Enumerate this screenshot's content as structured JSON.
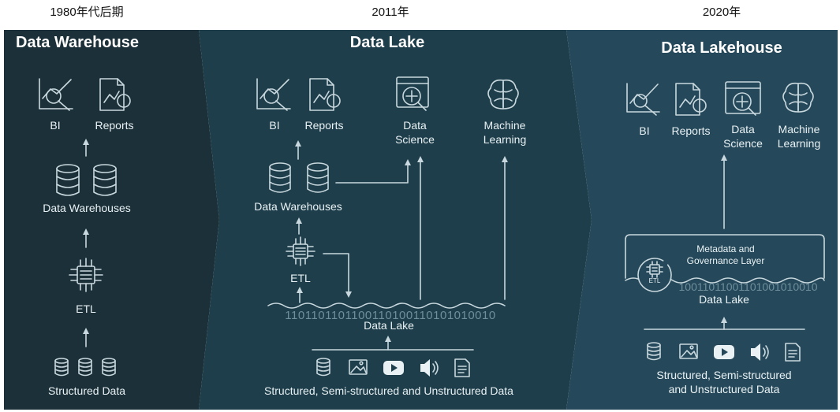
{
  "eras": [
    {
      "year": "1980年代后期",
      "title": "Data Warehouse"
    },
    {
      "year": "2011年",
      "title": "Data Lake"
    },
    {
      "year": "2020年",
      "title": "Data Lakehouse"
    }
  ],
  "warehouse": {
    "bi": "BI",
    "reports": "Reports",
    "warehouses": "Data Warehouses",
    "etl": "ETL",
    "structured": "Structured Data"
  },
  "lake": {
    "bi": "BI",
    "reports": "Reports",
    "data_science": [
      "Data",
      "Science"
    ],
    "ml": [
      "Machine",
      "Learning"
    ],
    "warehouses": "Data Warehouses",
    "etl": "ETL",
    "binary": "1101101101100110100110101010010",
    "lake_label": "Data Lake",
    "sources": "Structured, Semi-structured and Unstructured Data"
  },
  "lakehouse": {
    "bi": "BI",
    "reports": "Reports",
    "data_science": [
      "Data",
      "Science"
    ],
    "ml": [
      "Machine",
      "Learning"
    ],
    "metadata": [
      "Metadata and",
      "Governance Layer"
    ],
    "etl_badge": "ETL",
    "binary": "10011011001101001010010",
    "lake_label": "Data Lake",
    "sources": [
      "Structured, Semi-structured",
      "and Unstructured Data"
    ]
  },
  "colors": {
    "panel_dark": "#1b3038",
    "panel_mid": "#1d3e4a",
    "panel_light": "#25495a",
    "line": "#c9d8de",
    "text": "#e9f1f4"
  }
}
